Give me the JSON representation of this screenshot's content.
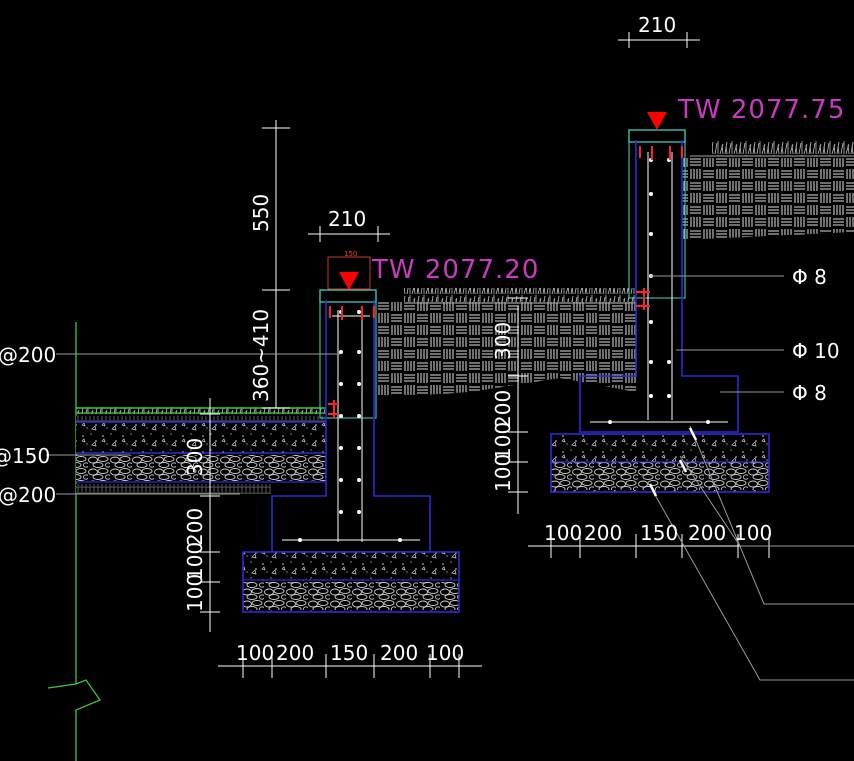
{
  "drawing": {
    "left_wall": {
      "level_label": "TW 2077.20",
      "top_width": "210",
      "cap_width": "150",
      "height_upper": "550",
      "height_lower": "360~410",
      "footing_dims": [
        "100",
        "200",
        "150",
        "200",
        "100"
      ],
      "vertical_dims": [
        "300",
        "200",
        "100",
        "100"
      ]
    },
    "right_wall": {
      "level_label": "TW 2077.75",
      "top_width": "210",
      "footing_dims": [
        "100",
        "200",
        "150",
        "200",
        "100"
      ],
      "vertical_dims": [
        "300",
        "200",
        "100",
        "100"
      ]
    },
    "left_callouts": [
      "@200",
      "@150",
      "@200"
    ],
    "right_callouts": [
      "Φ 8",
      "Φ 10",
      "Φ 8"
    ],
    "colors": {
      "background": "#000000",
      "dimension": "#ffffff",
      "wall_outline": "#2a2ad8",
      "level_text": "#c73bbf",
      "marker": "#ff0000",
      "cap": "#3cc8b4",
      "ground_line": "#3ec83e",
      "leader": "#9a9a9a"
    }
  }
}
